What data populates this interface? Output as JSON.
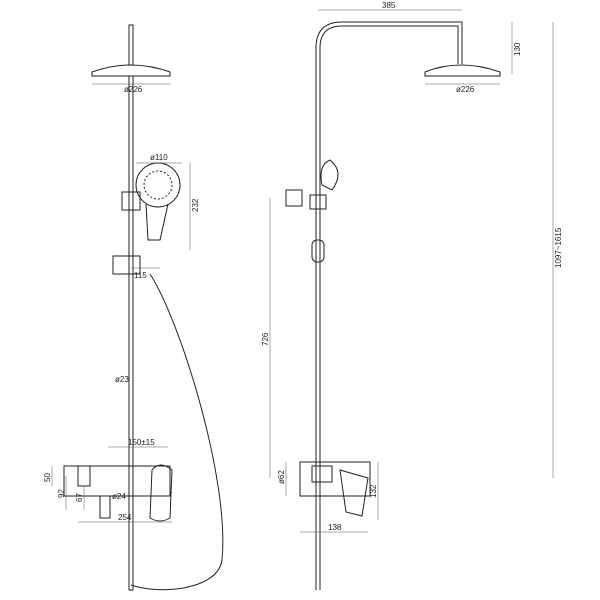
{
  "front_view": {
    "dims": {
      "head_diameter": "ø226",
      "hand_shower_diameter": "ø110",
      "hand_shower_height": "232",
      "holder_offset": "115",
      "rail_diameter": "ø23",
      "inlet_spacing": "150±15",
      "mixer_height": "50",
      "mixer_depth": "92",
      "outlet_height": "67",
      "outlet_diameter": "ø24",
      "mixer_width": "254"
    }
  },
  "side_view": {
    "dims": {
      "arm_reach": "385",
      "head_drop": "130",
      "head_diameter": "ø226",
      "total_height": "1097~1615",
      "bracket_height": "726",
      "flange_diameter": "ø62",
      "mixer_height": "132",
      "mixer_projection": "138"
    }
  }
}
